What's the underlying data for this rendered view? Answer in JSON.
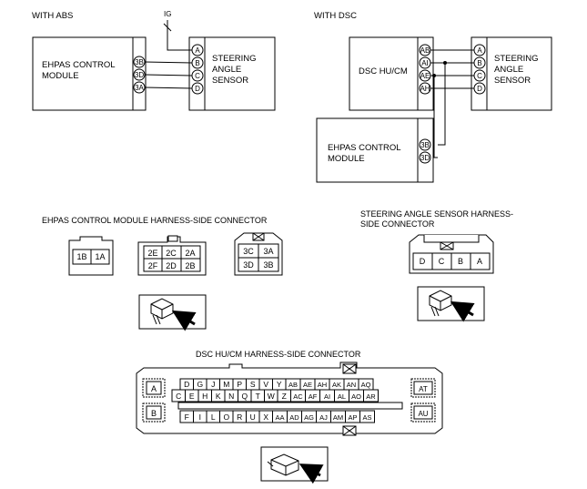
{
  "abs_section": {
    "title": "WITH ABS",
    "ig_label": "IG",
    "ehpas_label_1": "EHPAS CONTROL",
    "ehpas_label_2": "MODULE",
    "ehpas_pins": [
      "3B",
      "3D",
      "3A"
    ],
    "sensor_pins": [
      "A",
      "B",
      "C",
      "D"
    ],
    "sensor_label": [
      "STEERING",
      "ANGLE",
      "SENSOR"
    ]
  },
  "dsc_section": {
    "title": "WITH DSC",
    "hucm_label": "DSC HU/CM",
    "hucm_pins": [
      "AB",
      "AI",
      "AE",
      "AH"
    ],
    "sensor_pins": [
      "A",
      "B",
      "C",
      "D"
    ],
    "sensor_label": [
      "STEERING",
      "ANGLE",
      "SENSOR"
    ],
    "ehpas_label_1": "EHPAS CONTROL",
    "ehpas_label_2": "MODULE",
    "ehpas_pins": [
      "3B",
      "3D"
    ]
  },
  "ehpas_connector": {
    "title": "EHPAS CONTROL MODULE  HARNESS-SIDE CONNECTOR",
    "conn1": [
      "1B",
      "1A"
    ],
    "conn2": [
      [
        "2E",
        "2C",
        "2A"
      ],
      [
        "2F",
        "2D",
        "2B"
      ]
    ],
    "conn3": [
      [
        "3C",
        "3A"
      ],
      [
        "3D",
        "3B"
      ]
    ]
  },
  "sas_connector": {
    "title_1": "STEERING ANGLE SENSOR  HARNESS-",
    "title_2": "SIDE CONNECTOR",
    "pins": [
      "D",
      "C",
      "B",
      "A"
    ]
  },
  "dsc_connector": {
    "title": "DSC HU/CM HARNESS-SIDE CONNECTOR",
    "row1": [
      "D",
      "G",
      "J",
      "M",
      "P",
      "S",
      "V",
      "Y",
      "AB",
      "AE",
      "AH",
      "AK",
      "AN",
      "AQ"
    ],
    "row2": [
      "C",
      "E",
      "H",
      "K",
      "N",
      "Q",
      "T",
      "W",
      "Z",
      "AC",
      "AF",
      "AI",
      "AL",
      "AO",
      "AR"
    ],
    "row3": [
      "F",
      "I",
      "L",
      "O",
      "R",
      "U",
      "X",
      "AA",
      "AD",
      "AG",
      "AJ",
      "AM",
      "AP",
      "AS"
    ],
    "left_pins": [
      "A",
      "B"
    ],
    "right_pins": [
      "AT",
      "AU"
    ]
  }
}
